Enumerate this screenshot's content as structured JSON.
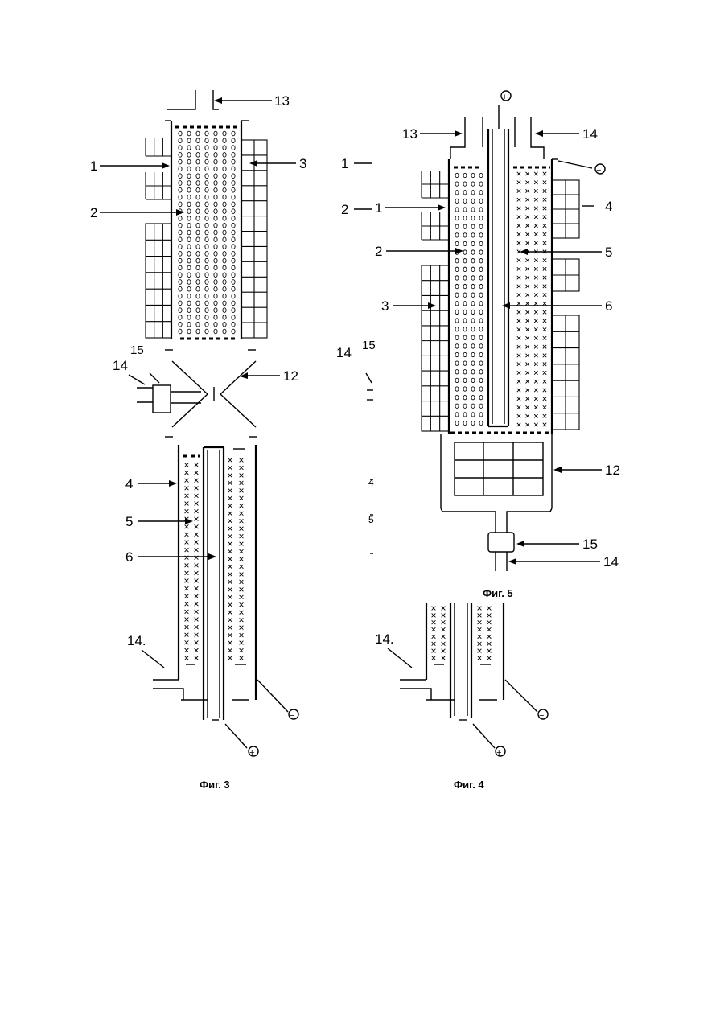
{
  "fig3": {
    "caption": "Фиг. 3",
    "labels": {
      "l13": "13",
      "l1": "1",
      "l3": "3",
      "l2": "2",
      "l14a": "14",
      "l15": "15",
      "l12": "12",
      "l4": "4",
      "l5": "5",
      "l6": "6",
      "l14b": "14."
    },
    "terminals": {
      "minus": "−",
      "plus": "+"
    }
  },
  "fig5": {
    "caption": "Фиг. 5",
    "labels": {
      "l13": "13",
      "l14": "14",
      "l1": "1",
      "l2": "2",
      "l3": "3",
      "l4": "4",
      "l5": "5",
      "l6": "6",
      "l12": "12",
      "l15": "15",
      "l14b": "14"
    },
    "terminals": {
      "top_plus": "+",
      "minus": "−"
    }
  },
  "fig4": {
    "caption": "Фиг. 4",
    "labels": {
      "l1": "1",
      "l2": "2",
      "l14a": "14",
      "l15": "15",
      "l4": "4",
      "l5": "5",
      "l14b": "14."
    },
    "terminals": {
      "minus": "−",
      "plus": "+"
    }
  }
}
